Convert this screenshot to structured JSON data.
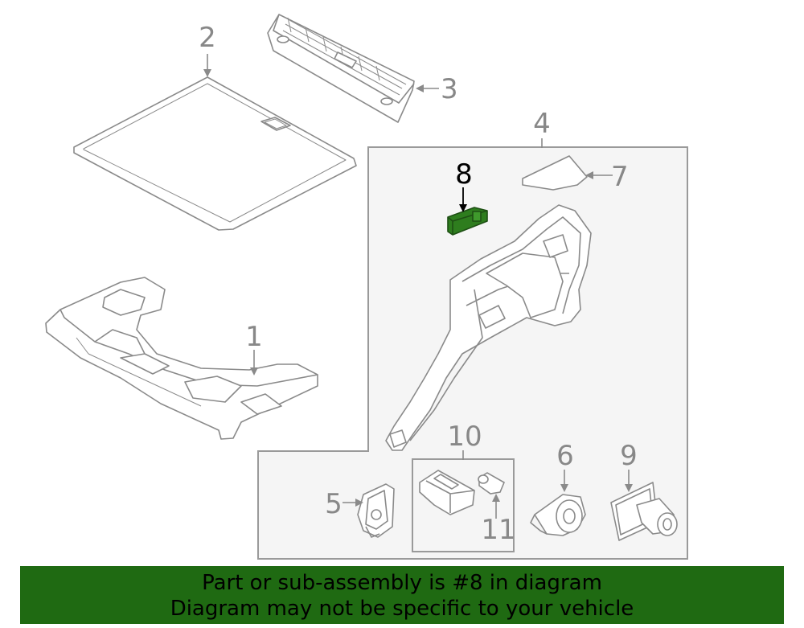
{
  "callouts": {
    "c1": "1",
    "c2": "2",
    "c3": "3",
    "c4": "4",
    "c5": "5",
    "c6": "6",
    "c7": "7",
    "c8": "8",
    "c9": "9",
    "c10": "10",
    "c11": "11"
  },
  "highlighted_part": "8",
  "colors": {
    "highlight": "#2e7d1e",
    "banner": "#1f6a12",
    "line": "#8a8a8a"
  },
  "banner": {
    "line1": "Part or sub-assembly is #8 in diagram",
    "line2": "Diagram may not be specific to your vehicle"
  }
}
